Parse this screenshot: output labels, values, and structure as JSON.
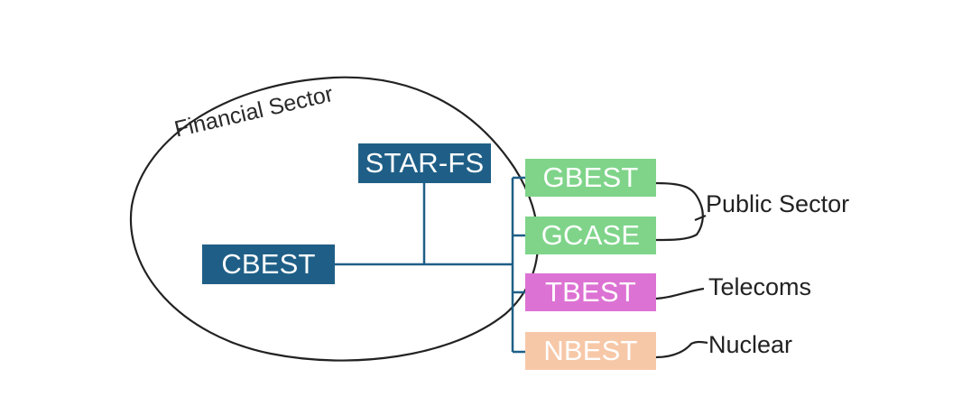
{
  "diagram": {
    "region": "Financial Sector",
    "nodes": {
      "star_fs": "STAR-FS",
      "cbest": "CBEST",
      "gbest": "GBEST",
      "gcase": "GCASE",
      "tbest": "TBEST",
      "nbest": "NBEST"
    },
    "labels": {
      "public_sector": "Public Sector",
      "telecoms": "Telecoms",
      "nuclear": "Nuclear"
    },
    "colors": {
      "dark_blue": "#1f5f87",
      "green": "#7fd48a",
      "magenta": "#dc72d3",
      "peach": "#f7c8a8",
      "line": "#1f5f87",
      "ink": "#222222"
    }
  }
}
